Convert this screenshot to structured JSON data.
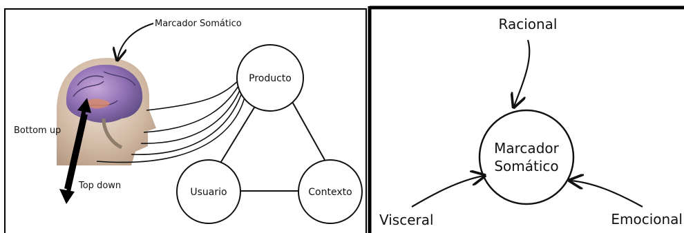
{
  "left_panel": {
    "annotation_top": "Marcador Somático",
    "label_bottom_up": "Bottom up",
    "label_top_down": "Top down",
    "nodes": {
      "producto": "Producto",
      "usuario": "Usuario",
      "contexto": "Contexto"
    }
  },
  "right_panel": {
    "center": [
      "Marcador",
      "Somático"
    ],
    "inputs": {
      "racional": "Racional",
      "visceral": "Visceral",
      "emocional": "Emocional"
    }
  },
  "colors": {
    "line": "#111111",
    "frame": "#000000",
    "skin": "#d9c3b0",
    "brain": "#a58cc0"
  },
  "icons": [
    "head-brain-icon"
  ]
}
